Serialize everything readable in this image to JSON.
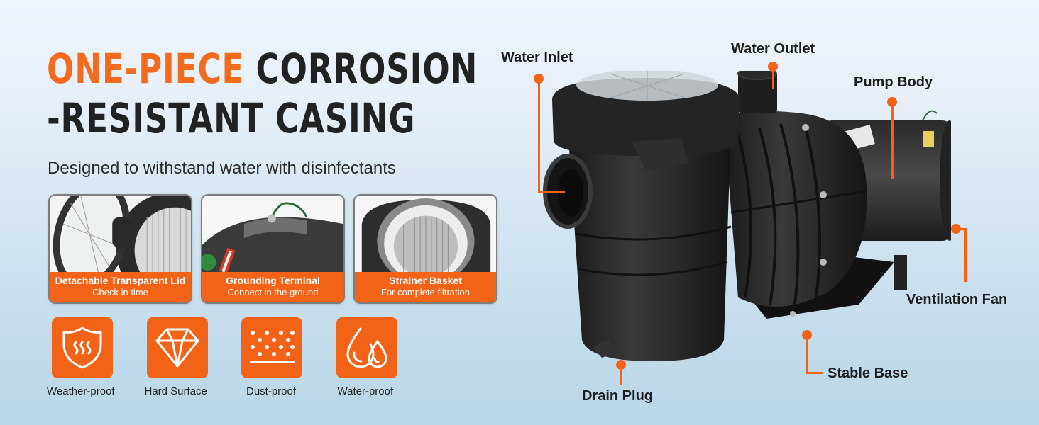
{
  "headline": {
    "accent": "ONE-PIECE",
    "line1_rest": " CORROSION",
    "line2": "-RESISTANT CASING"
  },
  "subtitle": "Designed to withstand water with disinfectants",
  "detail_cards": [
    {
      "title": "Detachable Transparent Lid",
      "subtitle": "Check in time",
      "image": "transparent-lid-photo"
    },
    {
      "title": "Grounding Terminal",
      "subtitle": "Connect in the ground",
      "image": "grounding-terminal-photo"
    },
    {
      "title": "Strainer Basket",
      "subtitle": "For complete filtration",
      "image": "strainer-basket-photo"
    }
  ],
  "features": [
    {
      "label": "Weather-proof",
      "icon": "shield-heat-icon"
    },
    {
      "label": "Hard Surface",
      "icon": "diamond-icon"
    },
    {
      "label": "Dust-proof",
      "icon": "dust-icon"
    },
    {
      "label": "Water-proof",
      "icon": "water-drops-icon"
    }
  ],
  "callouts": {
    "water_inlet": "Water Inlet",
    "water_outlet": "Water Outlet",
    "pump_body": "Pump Body",
    "ventilation_fan": "Ventilation Fan",
    "stable_base": "Stable Base",
    "drain_plug": "Drain Plug"
  },
  "colors": {
    "accent": "#f26318",
    "heading_dark": "#222222",
    "bg_top": "#eef4fc",
    "bg_bottom": "#b7d6e8"
  }
}
